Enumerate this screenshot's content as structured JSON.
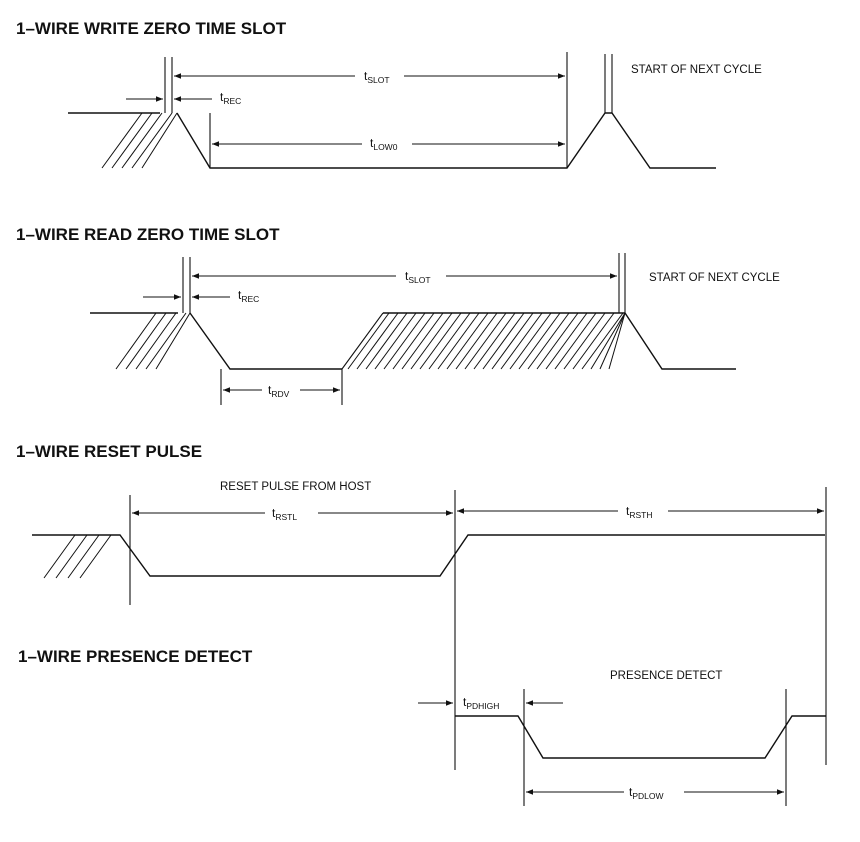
{
  "sections": {
    "write_zero": {
      "title": "1–WIRE WRITE ZERO TIME SLOT",
      "start_next": "START OF NEXT CYCLE",
      "t_slot": "SLOT",
      "t_rec": "REC",
      "t_low0": "LOW0"
    },
    "read_zero": {
      "title": "1–WIRE READ ZERO TIME SLOT",
      "start_next": "START OF NEXT CYCLE",
      "t_slot": "SLOT",
      "t_rec": "REC",
      "t_rdv": "RDV"
    },
    "reset": {
      "title": "1–WIRE RESET PULSE",
      "reset_from_host": "RESET PULSE FROM HOST",
      "t_rstl": "RSTL",
      "t_rsth": "RSTH"
    },
    "presence": {
      "title": "1–WIRE PRESENCE DETECT",
      "presence_detect": "PRESENCE DETECT",
      "t_pdhigh": "PDHIGH",
      "t_pdlow": "PDLOW"
    }
  },
  "time_symbol": "t"
}
